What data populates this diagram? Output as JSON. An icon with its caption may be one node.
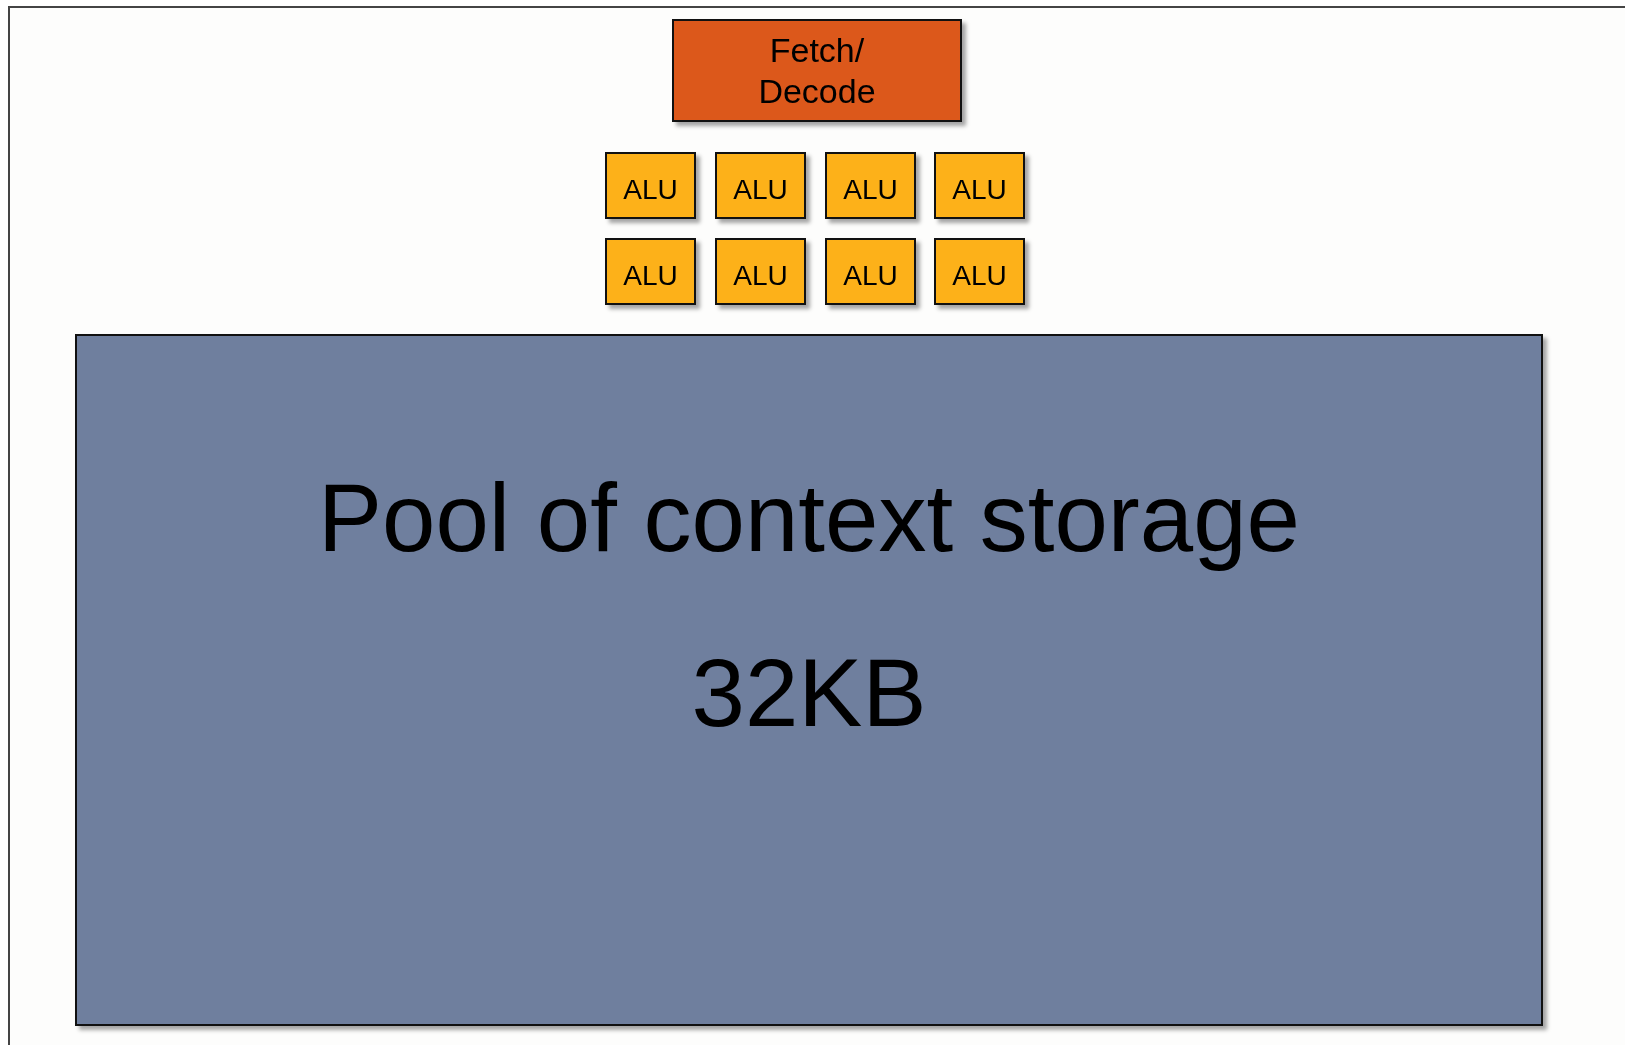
{
  "diagram": {
    "nodes": [
      {
        "text": [
          "Fetch/ Decode"
        ]
      },
      {
        "text": [
          "ALU"
        ]
      },
      {
        "text": [
          "ALU"
        ]
      },
      {
        "text": [
          "ALU"
        ]
      },
      {
        "text": [
          "ALU"
        ]
      },
      {
        "text": [
          "ALU"
        ]
      },
      {
        "text": [
          "ALU"
        ]
      },
      {
        "text": [
          "ALU"
        ]
      },
      {
        "text": [
          "ALU"
        ]
      },
      {
        "text": [
          "Pool of context storage",
          "32KB"
        ]
      }
    ]
  }
}
